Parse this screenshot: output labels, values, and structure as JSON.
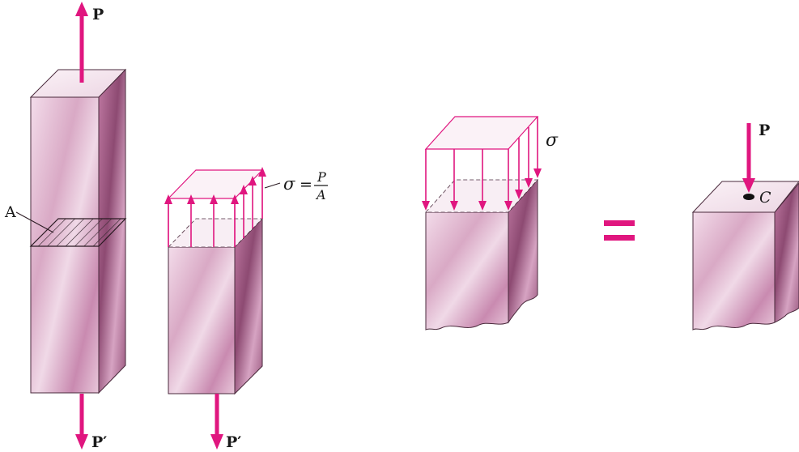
{
  "figure": {
    "load_top": "P",
    "load_bottom": "P′",
    "area_label": "A",
    "stress_symbol": "σ",
    "equals_sign": "=",
    "stress_formula": {
      "lhs": "σ",
      "eq": "=",
      "numerator": "P",
      "denominator": "A"
    },
    "centroid_label": "C",
    "colors": {
      "arrow": "#e0167f",
      "prism_light": "#f5e6ef",
      "prism_mid": "#d9a7c4",
      "prism_dark": "#a05a84",
      "edge": "#4a2a3c"
    }
  }
}
